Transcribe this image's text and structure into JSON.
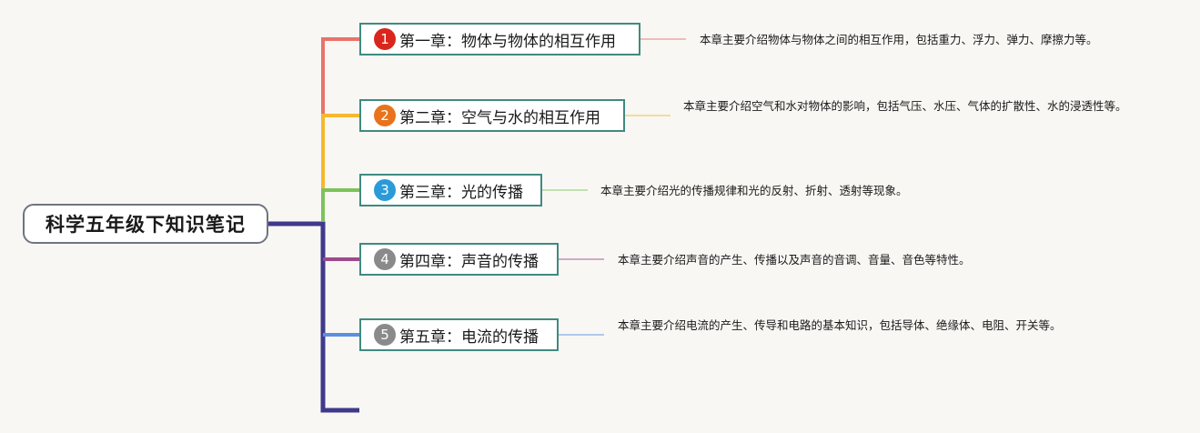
{
  "root": {
    "title": "科学五年级下知识笔记"
  },
  "chapters": [
    {
      "num": "1",
      "title": "第一章：物体与物体的相互作用",
      "desc": "本章主要介绍物体与物体之间的相互作用，包括重力、浮力、弹力、摩擦力等。",
      "color": "#e8736a",
      "badge_color": "#d9261c",
      "badge_icon": "number-one-circle"
    },
    {
      "num": "2",
      "title": "第二章：空气与水的相互作用",
      "desc": "本章主要介绍空气和水对物体的影响，包括气压、水压、气体的扩散性、水的浸透性等。",
      "color": "#f5b82e",
      "badge_color": "#e8731c",
      "badge_icon": "number-two-circle"
    },
    {
      "num": "3",
      "title": "第三章：光的传播",
      "desc": "本章主要介绍光的传播规律和光的反射、折射、透射等现象。",
      "color": "#7cc35a",
      "badge_color": "#2a9bd8",
      "badge_icon": "number-three-circle"
    },
    {
      "num": "4",
      "title": "第四章：声音的传播",
      "desc": "本章主要介绍声音的产生、传播以及声音的音调、音量、音色等特性。",
      "color": "#9c4a8a",
      "badge_color": "#8a8a8a",
      "badge_icon": "number-four-circle"
    },
    {
      "num": "5",
      "title": "第五章：电流的传播",
      "desc": "本章主要介绍电流的产生、传导和电路的基本知识，包括导体、绝缘体、电阻、开关等。",
      "color": "#5b8fe0",
      "badge_color": "#8a8a8a",
      "badge_icon": "number-five-circle"
    }
  ],
  "trunk_color": "#3f3a8c"
}
